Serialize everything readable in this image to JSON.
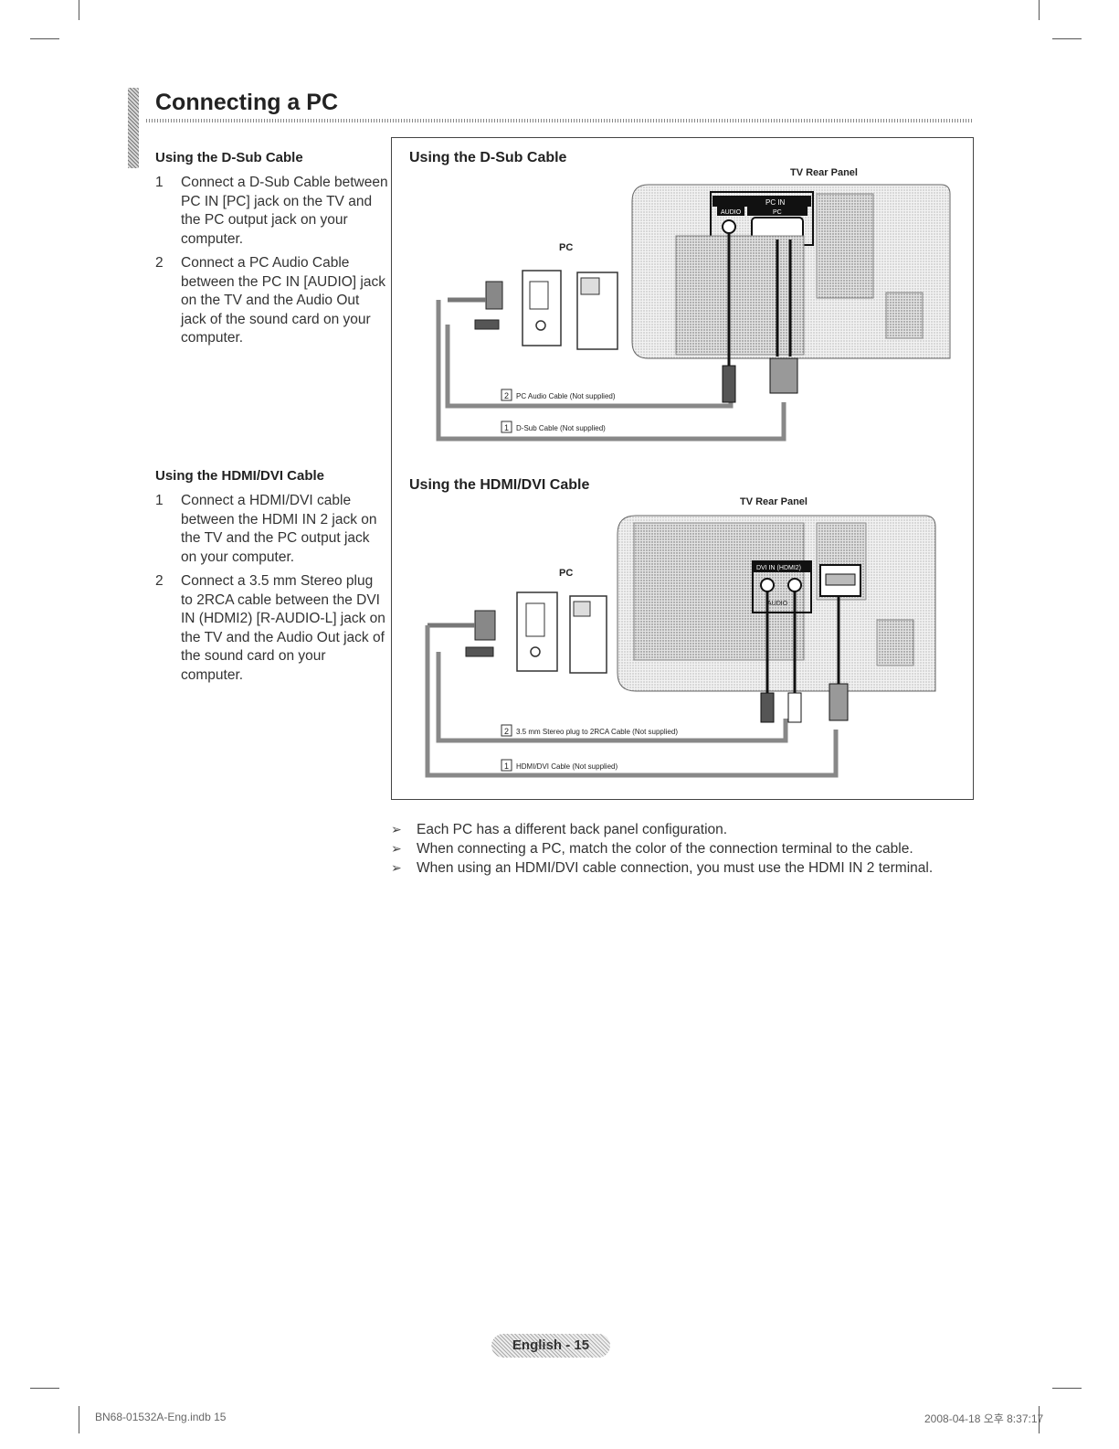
{
  "title": "Connecting a PC",
  "dsub": {
    "heading": "Using the D-Sub Cable",
    "steps": [
      {
        "num": "1",
        "text": "Connect a D-Sub Cable between PC IN [PC] jack on the TV and the PC output jack on your computer."
      },
      {
        "num": "2",
        "text": "Connect a PC Audio Cable between the PC IN [AUDIO] jack on the TV and the Audio Out jack of the sound card on your computer."
      }
    ],
    "diagram": {
      "title": "Using the D-Sub Cable",
      "panel_label": "TV Rear Panel",
      "pc_label": "PC",
      "cable2_num": "2",
      "cable2_label": "PC Audio Cable (Not supplied)",
      "cable1_num": "1",
      "cable1_label": "D-Sub Cable (Not supplied)",
      "jack_audio": "AUDIO",
      "jack_pc": "PC",
      "jack_pcin": "PC IN"
    }
  },
  "hdmi": {
    "heading": "Using the HDMI/DVI Cable",
    "steps": [
      {
        "num": "1",
        "text": "Connect a HDMI/DVI cable between the HDMI IN 2 jack on the TV and the PC output jack on your computer."
      },
      {
        "num": "2",
        "text": "Connect a 3.5 mm Stereo plug to 2RCA cable between the DVI IN (HDMI2) [R-AUDIO-L] jack on the TV and the Audio Out jack of the sound card on your computer."
      }
    ],
    "diagram": {
      "title": "Using the HDMI/DVI Cable",
      "panel_label": "TV Rear Panel",
      "pc_label": "PC",
      "cable2_num": "2",
      "cable2_label": "3.5 mm Stereo plug to 2RCA Cable (Not supplied)",
      "cable1_num": "1",
      "cable1_label": "HDMI/DVI Cable (Not supplied)",
      "jack_dvi": "DVI IN (HDMI2)",
      "jack_audio": "AUDIO"
    }
  },
  "notes": [
    "Each PC has a different back panel configuration.",
    "When connecting a PC, match the color of the connection terminal to the cable.",
    "When using an HDMI/DVI cable connection, you must use the HDMI IN 2 terminal."
  ],
  "note_marker": "➢",
  "footer": {
    "page": "English - 15",
    "file": "BN68-01532A-Eng.indb   15",
    "date": "2008-04-18   오후 8:37:17"
  }
}
